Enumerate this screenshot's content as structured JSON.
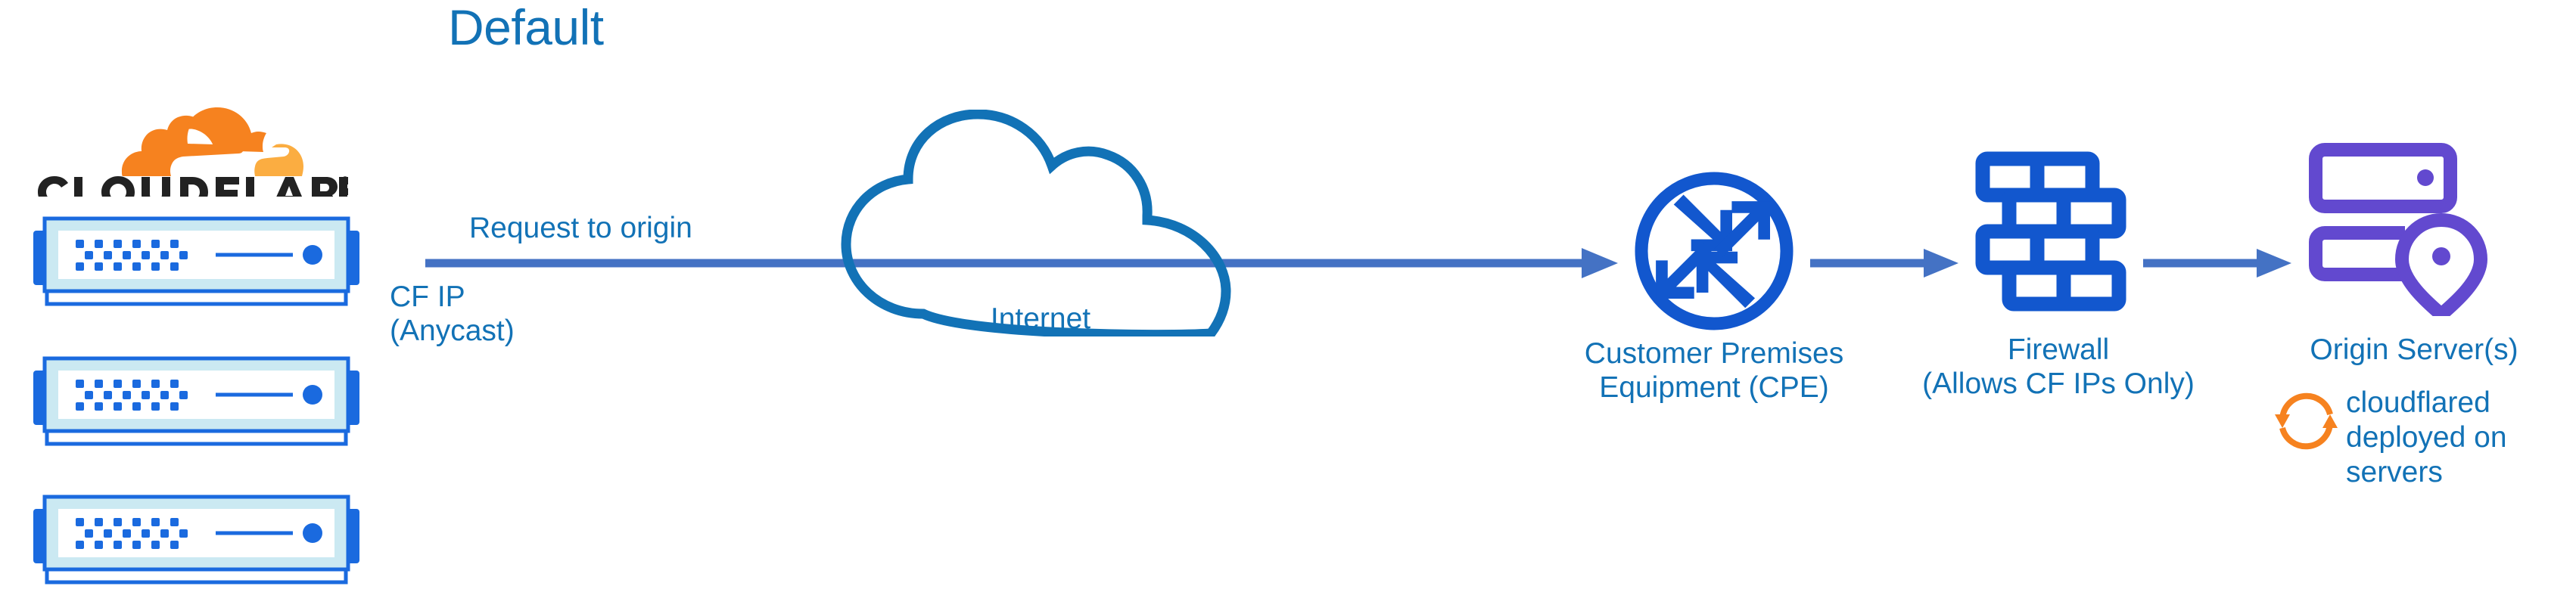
{
  "diagram": {
    "title": "Default",
    "type": "network-architecture-flow",
    "background": "#ffffff"
  },
  "colors": {
    "label_blue": "#1272b6",
    "icon_blue": "#1257ce",
    "arrow_blue": "#4472c4",
    "server_frame_blue": "#1a6adf",
    "server_inner_cyan": "#cbe9f2",
    "origin_purple": "#6249cf",
    "cloudflare_orange": "#f6821f",
    "cloudflare_orange_light": "#fbad41",
    "wordmark_black": "#222222"
  },
  "brand": {
    "name": "CLOUDFLARE",
    "registered_mark": "®",
    "logo_icon_name": "cloudflare-cloud-logo"
  },
  "left_stack": {
    "icon_name": "cloudflare-edge-server-appliance",
    "count": 3,
    "servers": [
      {
        "id": "server-1"
      },
      {
        "id": "server-2"
      },
      {
        "id": "server-3"
      }
    ]
  },
  "flow": {
    "request_label": "Request to origin",
    "source_ip_label_line1": "CF IP",
    "source_ip_label_line2": "(Anycast)",
    "arrows": [
      {
        "name": "arrow-cloudflare-to-cpe",
        "from": "cloudflare-edge",
        "to": "customer-premises-equipment"
      },
      {
        "name": "arrow-cpe-to-firewall",
        "from": "customer-premises-equipment",
        "to": "firewall"
      },
      {
        "name": "arrow-firewall-to-origin",
        "from": "firewall",
        "to": "origin-server"
      }
    ]
  },
  "nodes": {
    "internet": {
      "label": "Internet",
      "icon_name": "cloud-icon"
    },
    "cpe": {
      "label_line1": "Customer Premises",
      "label_line2": "Equipment (CPE)",
      "icon_name": "router-icon"
    },
    "firewall": {
      "label_line1": "Firewall",
      "label_line2": "(Allows CF IPs Only)",
      "icon_name": "brick-wall-firewall-icon"
    },
    "origin": {
      "label": "Origin Server(s)",
      "icon_name": "server-rack-location-pin-icon"
    }
  },
  "annotation": {
    "icon_name": "sync-arrows-icon",
    "line1": "cloudflared",
    "line2": "deployed on",
    "line3": "servers"
  }
}
